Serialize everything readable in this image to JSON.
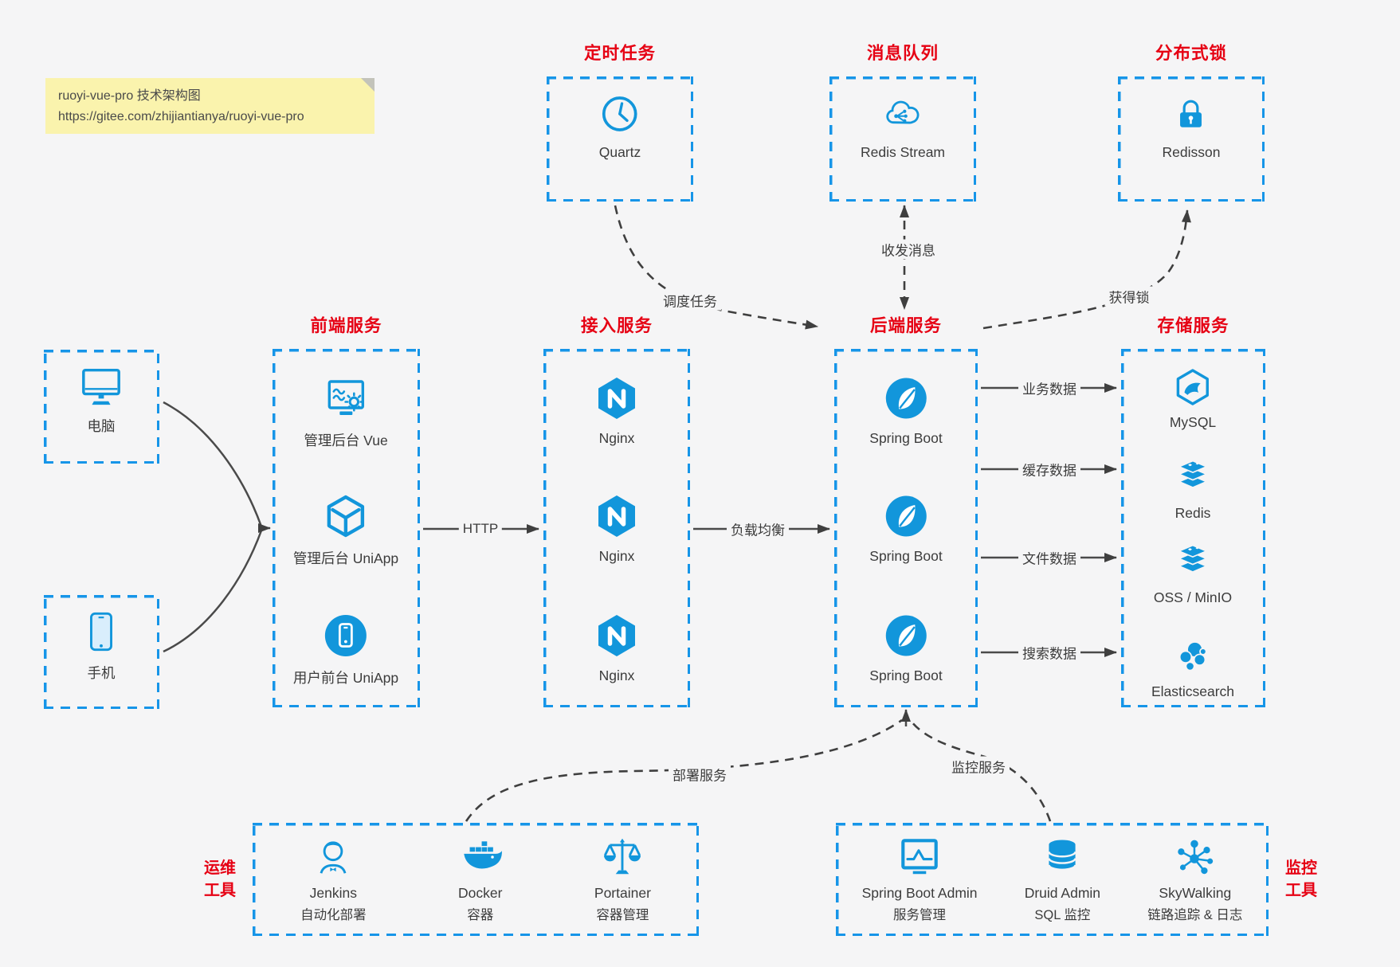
{
  "note": {
    "line1": "ruoyi-vue-pro 技术架构图",
    "line2": "https://gitee.com/zhijiantianya/ruoyi-vue-pro"
  },
  "top_groups": [
    {
      "title": "定时任务",
      "item": {
        "label": "Quartz",
        "icon": "clock-icon"
      }
    },
    {
      "title": "消息队列",
      "item": {
        "label": "Redis Stream",
        "icon": "cloud-share-icon"
      }
    },
    {
      "title": "分布式锁",
      "item": {
        "label": "Redisson",
        "icon": "lock-icon"
      }
    }
  ],
  "clients": [
    {
      "label": "电脑",
      "icon": "desktop-icon"
    },
    {
      "label": "手机",
      "icon": "smartphone-icon"
    }
  ],
  "service_columns": [
    {
      "title": "前端服务",
      "items": [
        {
          "label": "管理后台 Vue",
          "icon": "admin-vue-icon"
        },
        {
          "label": "管理后台 UniApp",
          "icon": "uniapp-cube-icon"
        },
        {
          "label": "用户前台 UniApp",
          "icon": "user-app-icon"
        }
      ]
    },
    {
      "title": "接入服务",
      "items": [
        {
          "label": "Nginx",
          "icon": "nginx-icon"
        },
        {
          "label": "Nginx",
          "icon": "nginx-icon"
        },
        {
          "label": "Nginx",
          "icon": "nginx-icon"
        }
      ]
    },
    {
      "title": "后端服务",
      "items": [
        {
          "label": "Spring Boot",
          "icon": "spring-boot-icon"
        },
        {
          "label": "Spring Boot",
          "icon": "spring-boot-icon"
        },
        {
          "label": "Spring Boot",
          "icon": "spring-boot-icon"
        }
      ]
    },
    {
      "title": "存储服务",
      "items": [
        {
          "label": "MySQL",
          "icon": "mysql-icon"
        },
        {
          "label": "Redis",
          "icon": "redis-stack-icon"
        },
        {
          "label": "OSS / MinIO",
          "icon": "storage-stack-icon"
        },
        {
          "label": "Elasticsearch",
          "icon": "elasticsearch-icon"
        }
      ]
    }
  ],
  "edge_labels": {
    "http": "HTTP",
    "load_balance": "负载均衡",
    "dispatch": "调度任务",
    "messages": "收发消息",
    "lock": "获得锁",
    "business": "业务数据",
    "cache": "缓存数据",
    "file": "文件数据",
    "search": "搜索数据",
    "deploy": "部署服务",
    "monitor": "监控服务"
  },
  "bottom_groups": [
    {
      "title_lines": [
        "运维",
        "工具"
      ],
      "items": [
        {
          "name": "Jenkins",
          "desc": "自动化部署",
          "icon": "jenkins-icon"
        },
        {
          "name": "Docker",
          "desc": "容器",
          "icon": "docker-icon"
        },
        {
          "name": "Portainer",
          "desc": "容器管理",
          "icon": "portainer-icon"
        }
      ]
    },
    {
      "title_lines": [
        "监控",
        "工具"
      ],
      "items": [
        {
          "name": "Spring Boot Admin",
          "desc": "服务管理",
          "icon": "monitor-pulse-icon"
        },
        {
          "name": "Druid Admin",
          "desc": "SQL 监控",
          "icon": "database-icon"
        },
        {
          "name": "SkyWalking",
          "desc": "链路追踪 & 日志",
          "icon": "network-nodes-icon"
        }
      ]
    }
  ],
  "colors": {
    "accent_blue": "#1296db",
    "border_blue": "#1695e8",
    "title_red": "#e60013",
    "arrow": "#3f3f3f",
    "note_bg": "#faf3ad",
    "background": "#f5f5f6",
    "text": "#3c3c3c"
  }
}
